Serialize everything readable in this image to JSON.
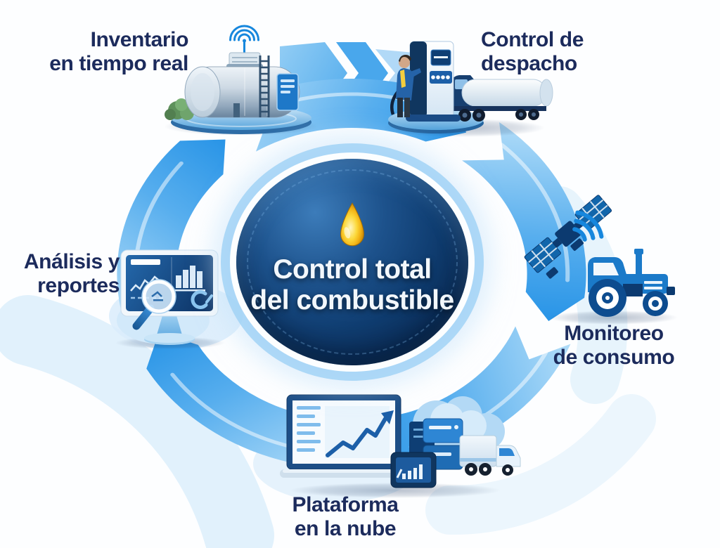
{
  "diagram": {
    "type": "cycle",
    "center": {
      "icon": "fuel-drop-icon",
      "title_line1": "Control total",
      "title_line2": "del combustible"
    },
    "stages": [
      {
        "label_line1": "Inventario",
        "label_line2": "en tiempo real",
        "icon": "smart-storage-tank-icon"
      },
      {
        "label_line1": "Control de",
        "label_line2": "despacho",
        "icon": "fuel-dispenser-tanker-icon"
      },
      {
        "label_line1": "Monitoreo",
        "label_line2": "de consumo",
        "icon": "satellite-tractor-icon"
      },
      {
        "label_line1": "Plataforma",
        "label_line2": "en la nube",
        "icon": "cloud-platform-icon"
      },
      {
        "label_line1": "Análisis y",
        "label_line2": "reportes",
        "icon": "analytics-monitor-icon"
      }
    ],
    "colors": {
      "arrow_blue": "#2e96e7",
      "arrow_blue_light": "#aed9f7",
      "center_navy": "#0d3463",
      "label_navy": "#1c2b5c",
      "drop_gold": "#f5c51c"
    }
  }
}
